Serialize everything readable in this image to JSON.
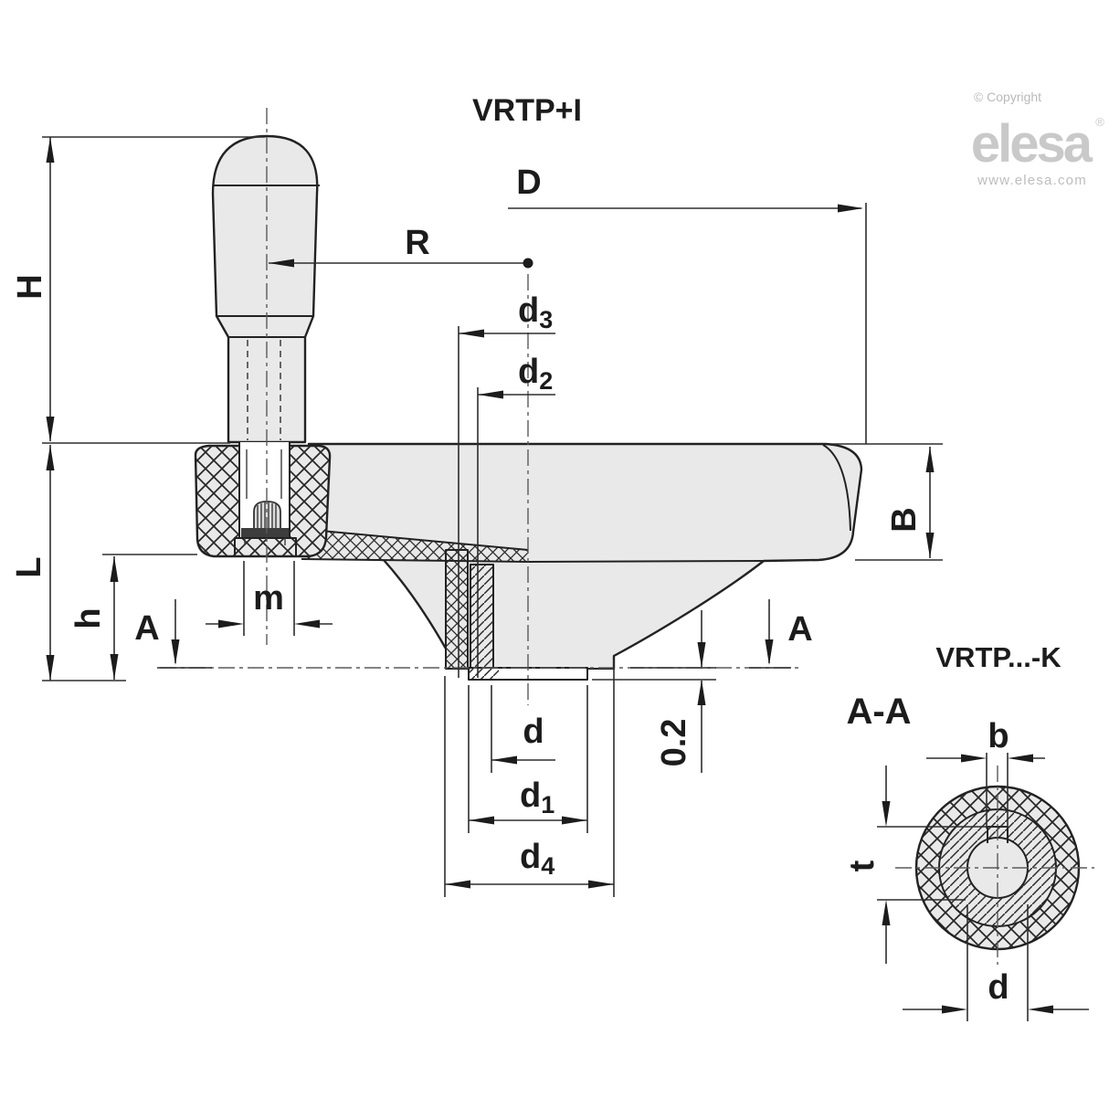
{
  "title": "VRTP+I",
  "secondary_title": "VRTP...-K",
  "section_view_label": "A-A",
  "branding": {
    "copyright": "© Copyright",
    "logo_text": "elesa",
    "registered_mark": "®",
    "website": "www.elesa.com"
  },
  "dimensions": {
    "H": "H",
    "L": "L",
    "h": "h",
    "m": "m",
    "R": "R",
    "D": "D",
    "B": "B",
    "A_left": "A",
    "A_right": "A",
    "d3": {
      "base": "d",
      "sub": "3"
    },
    "d2": {
      "base": "d",
      "sub": "2"
    },
    "d": "d",
    "d1": {
      "base": "d",
      "sub": "1"
    },
    "d4": {
      "base": "d",
      "sub": "4"
    },
    "hub_protrusion": "0.2",
    "b": "b",
    "t": "t",
    "d_section": "d"
  },
  "colors": {
    "background": "#ffffff",
    "body_fill": "#e9e9e9",
    "outline": "#222222",
    "dimension_line": "#2e2e2e",
    "centerline": "#5a5a5a",
    "logo_gray": "#c9c9c9",
    "annotation_text": "#1c1c1c"
  }
}
